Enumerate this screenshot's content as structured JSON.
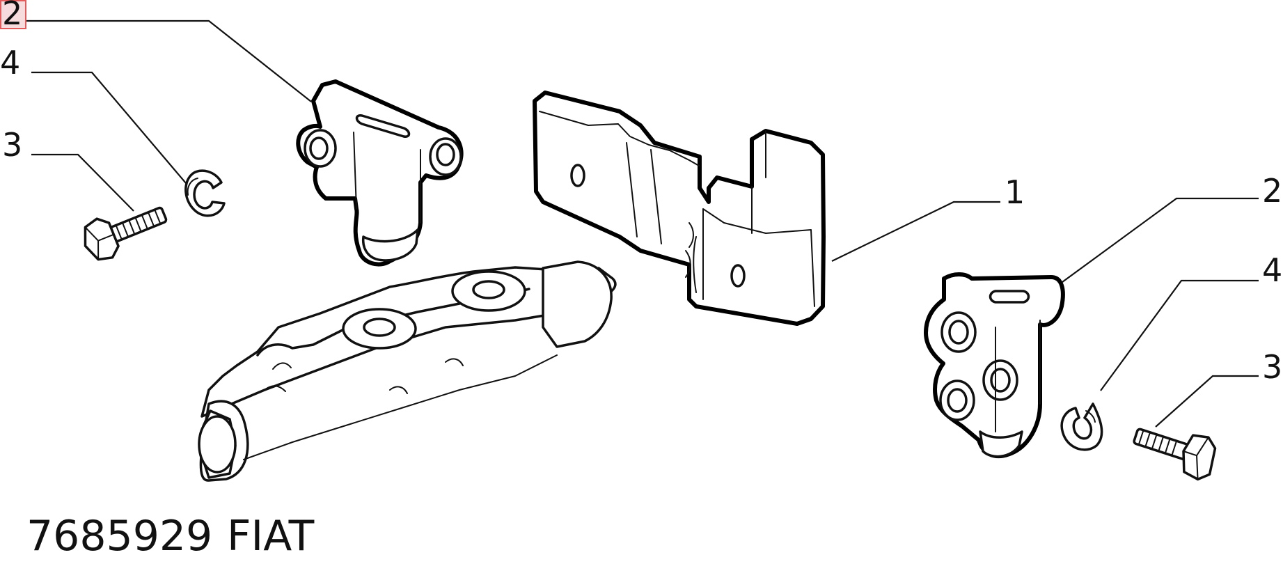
{
  "callouts": {
    "top_left_2": "2",
    "left_4": "4",
    "left_3": "3",
    "right_1": "1",
    "right_2": "2",
    "right_4": "4",
    "right_3": "3"
  },
  "caption": {
    "part_number": "7685929",
    "brand": "FIAT"
  },
  "colors": {
    "ink": "#111111",
    "highlight_fill": "#f6dcdc",
    "highlight_border": "#e35b5b"
  }
}
